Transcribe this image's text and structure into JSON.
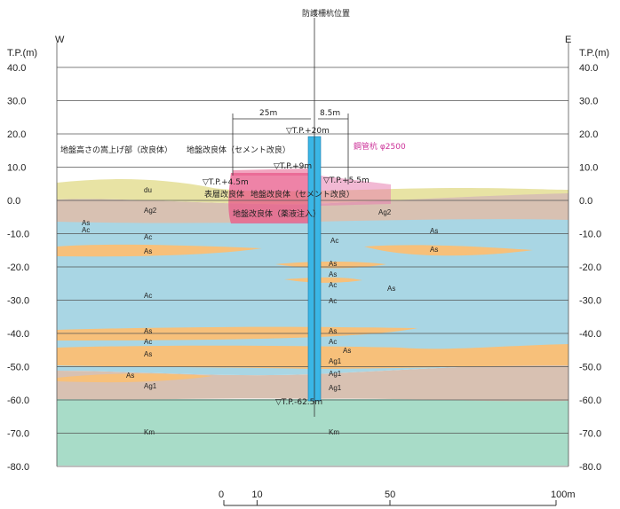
{
  "title": "防護柵杭位置",
  "west_label": "W",
  "east_label": "E",
  "axis_unit_left": "T.P.(m)",
  "axis_unit_right": "T.P.(m)",
  "elevation_ticks": [
    "40.0",
    "30.0",
    "20.0",
    "10.0",
    "0.0",
    "-10.0",
    "-20.0",
    "-30.0",
    "-40.0",
    "-50.0",
    "-60.0",
    "-70.0",
    "-80.0"
  ],
  "elevation_values": [
    40,
    30,
    20,
    10,
    0,
    -10,
    -20,
    -30,
    -40,
    -50,
    -60,
    -70,
    -80
  ],
  "dimensions": {
    "width_main": "25m",
    "width_secondary": "8.5m"
  },
  "annotations": {
    "top_elev": "▽T.P.+20m",
    "mid_elev": "▽T.P.+9m",
    "left_elev": "▽T.P.+4.5m",
    "right_elev": "▽T.P.+5.5m",
    "pile_base": "▽T.P.-62.5m",
    "embankment": "地盤高さの嵩上げ部（改良体）",
    "improved_cement": "地盤改良体（セメント改良）",
    "pile_dia": "鋼管杭 φ2500",
    "improved_surface": "表層改良体",
    "improved_surface2": "地盤改良体（セメント改良）",
    "improved_deep": "地盤改良体（薬液注入）"
  },
  "layers": {
    "du": "du",
    "ag2_left": "Ag2",
    "ag2_right": "Ag2",
    "as_left": "As",
    "ac_left": "Ac",
    "ac_small": "Ac",
    "as_upper": "As",
    "ac_mid": "Ac",
    "as_mid": "As",
    "ac_mid2": "Ac",
    "as_mid2": "As",
    "ag1_left": "Ag1",
    "ag1_right": "Ag1",
    "km_left": "Km",
    "km_right": "Km",
    "ac_right": "Ac",
    "as_right": "As",
    "as_right2": "As",
    "as_right3": "As",
    "ac_right_deep": "Ac",
    "as_pile1": "As",
    "as_pile2": "As",
    "ac_pile": "Ac",
    "as_pile3": "As",
    "ac_pile2": "Ac",
    "as_pile4": "As",
    "ag1_pile": "Ag1",
    "ag1_pile2": "Ag1",
    "as_far": "As"
  },
  "scale": {
    "labels": [
      "0",
      "10",
      "50",
      "100m"
    ],
    "values": [
      0,
      10,
      50,
      100
    ]
  },
  "colors": {
    "du": "#e8e3a4",
    "ag": "#d8c1b2",
    "ac": "#a9d6e4",
    "as": "#f7c07a",
    "km": "#a8dcc8",
    "improved_pink": "#e85a8a",
    "pile": "#3ab6e6"
  }
}
